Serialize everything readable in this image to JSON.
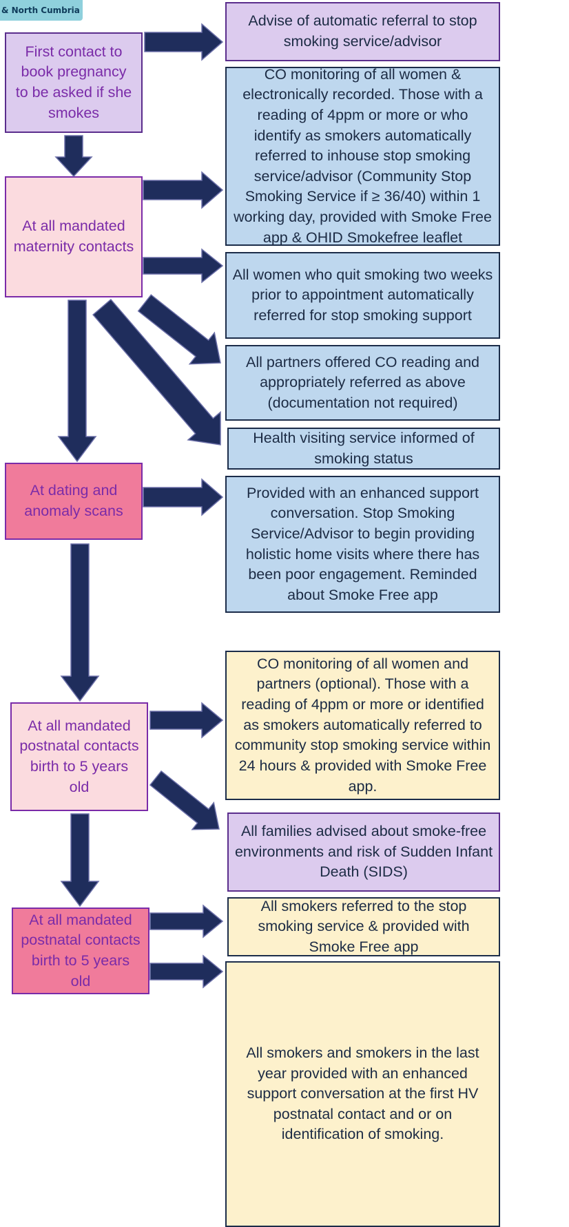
{
  "logo": {
    "text": "& North Cumbria"
  },
  "colors": {
    "arrow_fill": "#1f2d5c",
    "arrow_stroke": "#6b6fa8",
    "left_text": "#7a2ba8",
    "purple_box": "#dccbee",
    "light_pink_box": "#fbdbdf",
    "hot_pink_box": "#f07b9b",
    "blue_box": "#bed7ee",
    "yellow_box": "#fdf1cc"
  },
  "left_boxes": [
    "First contact to book pregnancy to be asked if she smokes",
    "At all mandated maternity contacts",
    "At dating and anomaly scans",
    "At all mandated postnatal contacts birth to 5 years old",
    "At all mandated postnatal contacts birth to 5 years old"
  ],
  "right_boxes": [
    "Advise of automatic referral to stop smoking service/advisor",
    "CO monitoring of all women & electronically recorded. Those with a reading of 4ppm or more or who identify as smokers automatically referred to inhouse stop smoking service/advisor (Community Stop Smoking Service if ≥ 36/40) within 1 working day, provided with Smoke Free app & OHID Smokefree leaflet",
    "All women who quit smoking two weeks prior to appointment automatically referred for stop smoking support",
    "All partners offered CO reading and appropriately referred as above (documentation not required)",
    "Health visiting service informed of smoking status",
    "Provided with an enhanced support conversation. Stop Smoking Service/Advisor to begin providing holistic home visits where there has been poor engagement.  Reminded about Smoke Free app",
    "CO monitoring of all women and partners (optional).  Those with a reading of 4ppm or more or identified as smokers automatically referred to community stop smoking service within 24 hours & provided with Smoke Free app.",
    "All families advised about smoke-free environments and risk of Sudden Infant Death (SIDS)",
    "All smokers referred to the stop smoking service & provided with Smoke Free app",
    "All smokers and smokers in the last year provided with an enhanced support conversation at the first HV postnatal contact and or on identification of smoking."
  ]
}
